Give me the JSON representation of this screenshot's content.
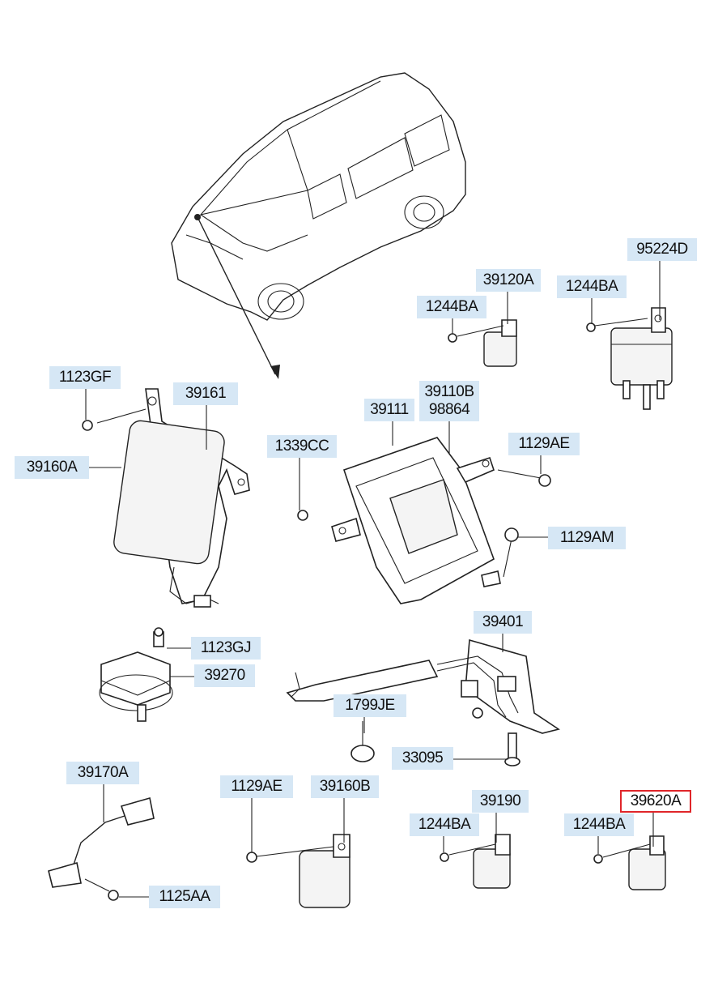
{
  "diagram": {
    "highlight_color": "#e0262a",
    "label_bg_color": "#d6e7f5",
    "labels": [
      "95224D",
      "39120A",
      "1244BA",
      "1244BA",
      "1123GF",
      "39161",
      "39110B",
      "39111",
      "98864",
      "39160A",
      "1339CC",
      "1129AE",
      "1129AM",
      "39401",
      "1123GJ",
      "39270",
      "1799JE",
      "33095",
      "39170A",
      "1129AE",
      "39160B",
      "39190",
      "1244BA",
      "39620A",
      "1244BA",
      "1125AA"
    ]
  }
}
